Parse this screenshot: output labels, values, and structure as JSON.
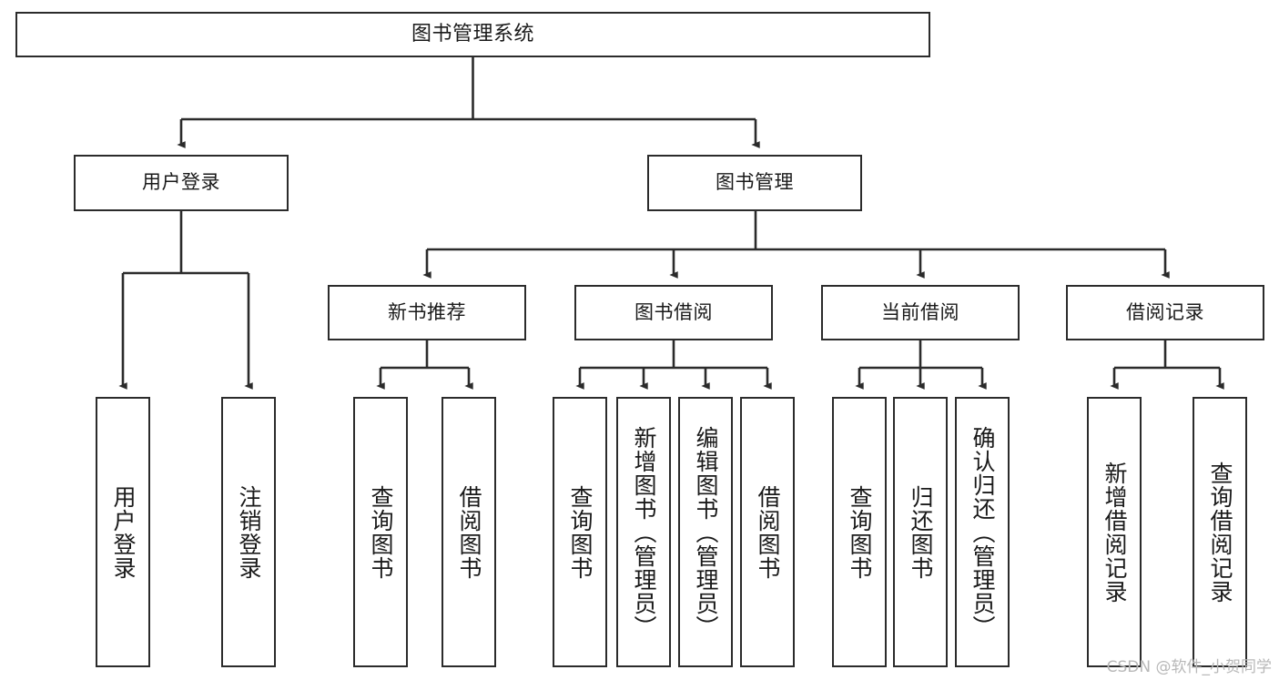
{
  "diagram": {
    "type": "tree-hierarchy",
    "title": "图书管理系统",
    "watermark": "CSDN @软件_小贺同学",
    "colors": {
      "stroke": "#2b2b2b",
      "fill": "#ffffff",
      "text": "#1a1a1a",
      "watermark": "#b8b8b8",
      "background": "#ffffff"
    },
    "nodes": {
      "root": {
        "label": "图书管理系统"
      },
      "level2": [
        {
          "label": "用户登录"
        },
        {
          "label": "图书管理"
        }
      ],
      "level3": [
        {
          "label": "新书推荐"
        },
        {
          "label": "图书借阅"
        },
        {
          "label": "当前借阅"
        },
        {
          "label": "借阅记录"
        }
      ],
      "leaves": {
        "user_login": [
          {
            "label": "用户登录"
          },
          {
            "label": "注销登录"
          }
        ],
        "new_book_recommend": [
          {
            "label": "查询图书"
          },
          {
            "label": "借阅图书"
          }
        ],
        "book_borrow": [
          {
            "label": "查询图书"
          },
          {
            "label": "新增图书（管理员）"
          },
          {
            "label": "编辑图书（管理员）"
          },
          {
            "label": "借阅图书"
          }
        ],
        "current_borrow": [
          {
            "label": "查询图书"
          },
          {
            "label": "归还图书"
          },
          {
            "label": "确认归还（管理员）"
          }
        ],
        "borrow_record": [
          {
            "label": "新增借阅记录"
          },
          {
            "label": "查询借阅记录"
          }
        ]
      }
    }
  }
}
